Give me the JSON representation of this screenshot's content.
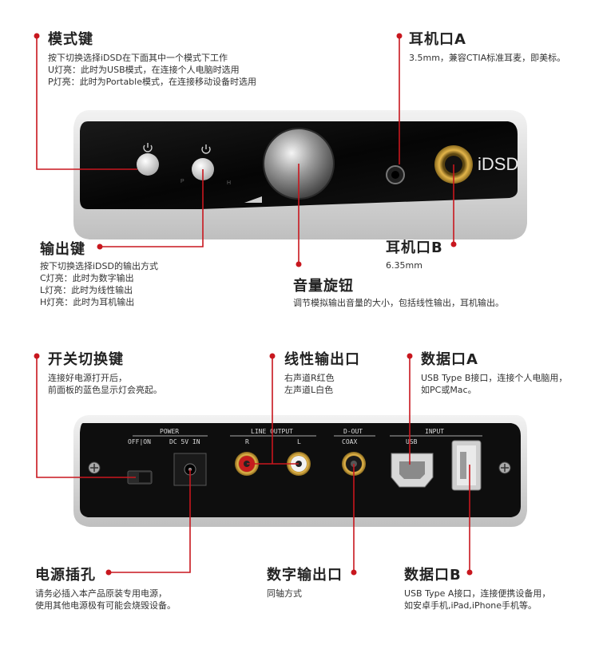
{
  "callouts": {
    "mode_key": {
      "title": "模式键",
      "lines": [
        "按下切换选择iDSD在下面其中一个模式下工作",
        "U灯亮：此时为USB模式，在连接个人电脑时选用",
        "P灯亮：此时为Portable模式，在连接移动设备时选用"
      ]
    },
    "jack_a": {
      "title": "耳机口A",
      "lines": [
        "3.5mm，兼容CTIA标准耳麦，即美标。"
      ]
    },
    "output_key": {
      "title": "输出键",
      "lines": [
        "按下切换选择iDSD的输出方式",
        "C灯亮：此时为数字输出",
        "L灯亮：此时为线性输出",
        "H灯亮：此时为耳机输出"
      ]
    },
    "jack_b": {
      "title": "耳机口B",
      "lines": [
        "6.35mm"
      ]
    },
    "volume_knob": {
      "title": "音量旋钮",
      "lines": [
        "调节模拟输出音量的大小，包括线性输出，耳机输出。"
      ]
    },
    "power_switch": {
      "title": "开关切换键",
      "lines": [
        "连接好电源打开后，",
        "前面板的蓝色显示灯会亮起。"
      ]
    },
    "line_out": {
      "title": "线性输出口",
      "lines": [
        "右声道R红色",
        "左声道L白色"
      ]
    },
    "data_a": {
      "title": "数据口A",
      "lines": [
        "USB Type B接口，连接个人电脑用，",
        "如PC或Mac。"
      ]
    },
    "power_jack": {
      "title": "电源插孔",
      "lines": [
        "请务必插入本产品原装专用电源，",
        "使用其他电源极有可能会烧毁设备。"
      ]
    },
    "digital_out": {
      "title": "数字输出口",
      "lines": [
        "同轴方式"
      ]
    },
    "data_b": {
      "title": "数据口B",
      "lines": [
        "USB Type A接口，连接便携设备用，",
        "如安卓手机,iPad,iPhone手机等。"
      ]
    }
  },
  "device_front": {
    "brand": "iDSD",
    "led_labels": [
      "P",
      "H"
    ]
  },
  "device_back": {
    "labels": {
      "power": "POWER",
      "off_on": "OFF|ON",
      "dc": "DC 5V IN",
      "line_output": "LINE OUTPUT",
      "r": "R",
      "l": "L",
      "d_out": "D-OUT",
      "coax": "COAX",
      "input": "INPUT",
      "usb": "USB"
    }
  },
  "colors": {
    "accent_red": "#c8171e",
    "panel_black": "#0c0c0c",
    "chassis_silver": "#dcdcdc"
  }
}
